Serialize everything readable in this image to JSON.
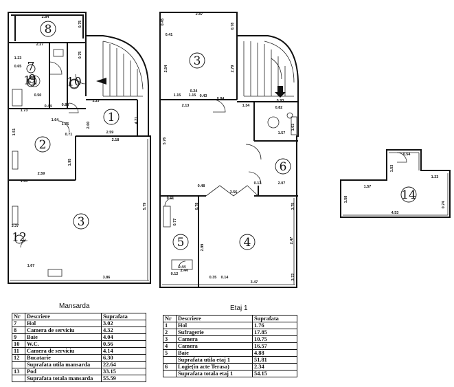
{
  "plan_left": {
    "room_numbers": [
      "8",
      "7",
      "9",
      "10",
      "11",
      "1",
      "2",
      "3",
      "12"
    ],
    "dimensions": [
      "2.84",
      "0.75",
      "2.27",
      "0.75",
      "1.23",
      "0.65",
      "2.27",
      "1.73",
      "2.59",
      "0.44",
      "0.88",
      "1.75",
      "0.71",
      "1.51",
      "1.95",
      "2.18",
      "1.60",
      "3.37",
      "1.67",
      "3.86",
      "5.79",
      "4.71",
      "2.59",
      "1.64",
      "2.00",
      "0.50"
    ]
  },
  "plan_mid": {
    "room_numbers": [
      "3",
      "6",
      "5",
      "4"
    ],
    "dimensions": [
      "2.87",
      "0.78",
      "0.45",
      "0.41",
      "2.54",
      "1.15",
      "1.15",
      "0.24",
      "0.43",
      "0.84",
      "2.79",
      "2.13",
      "1.34",
      "0.93",
      "0.82",
      "1.57",
      "1.63",
      "5.76",
      "0.48",
      "3.56",
      "0.13",
      "2.07",
      "3.75",
      "0.77",
      "0.61",
      "0.78",
      "2.99",
      "2.47",
      "3.72",
      "2.44",
      "3.47",
      "0.35",
      "0.14",
      "0.12",
      "0.44"
    ]
  },
  "plan_right": {
    "room_numbers": [
      "14"
    ],
    "dimensions": [
      "0.54",
      "1.53",
      "1.57",
      "1.23",
      "1.58",
      "4.53",
      "0.74"
    ]
  },
  "tables": {
    "mansarda": {
      "caption": "Mansarda",
      "headers": [
        "Nr",
        "Descriere",
        "Suprafata"
      ],
      "rows": [
        [
          "7",
          "Hol",
          "3.02"
        ],
        [
          "8",
          "Camera de serviciu",
          "4.32"
        ],
        [
          "9",
          "Baie",
          "4.04"
        ],
        [
          "10",
          "W.C.",
          "0.56"
        ],
        [
          "11",
          "Camera de serviciu",
          "4.14"
        ],
        [
          "12",
          "Bucatarie",
          "6.30"
        ],
        [
          "",
          "Suprafata utila mansarda",
          "22.64"
        ],
        [
          "13",
          "Pod",
          "33.15"
        ],
        [
          "",
          "Suprafata totala mansarda",
          "55.59"
        ]
      ]
    },
    "etaj": {
      "caption": "Etaj 1",
      "headers": [
        "Nr",
        "Descriere",
        "Suprafata"
      ],
      "rows": [
        [
          "1",
          "Hol",
          "1.76"
        ],
        [
          "2",
          "Sufragerie",
          "17.85"
        ],
        [
          "3",
          "Camera",
          "10.75"
        ],
        [
          "4",
          "Camera",
          "16.57"
        ],
        [
          "5",
          "Baie",
          "4.88"
        ],
        [
          "",
          "Suprafata utila etaj 1",
          "51.81"
        ],
        [
          "6",
          "Logie(in acte Terasa)",
          "2.34"
        ],
        [
          "",
          "Suprafata totala etaj 1",
          "54.15"
        ]
      ]
    }
  }
}
